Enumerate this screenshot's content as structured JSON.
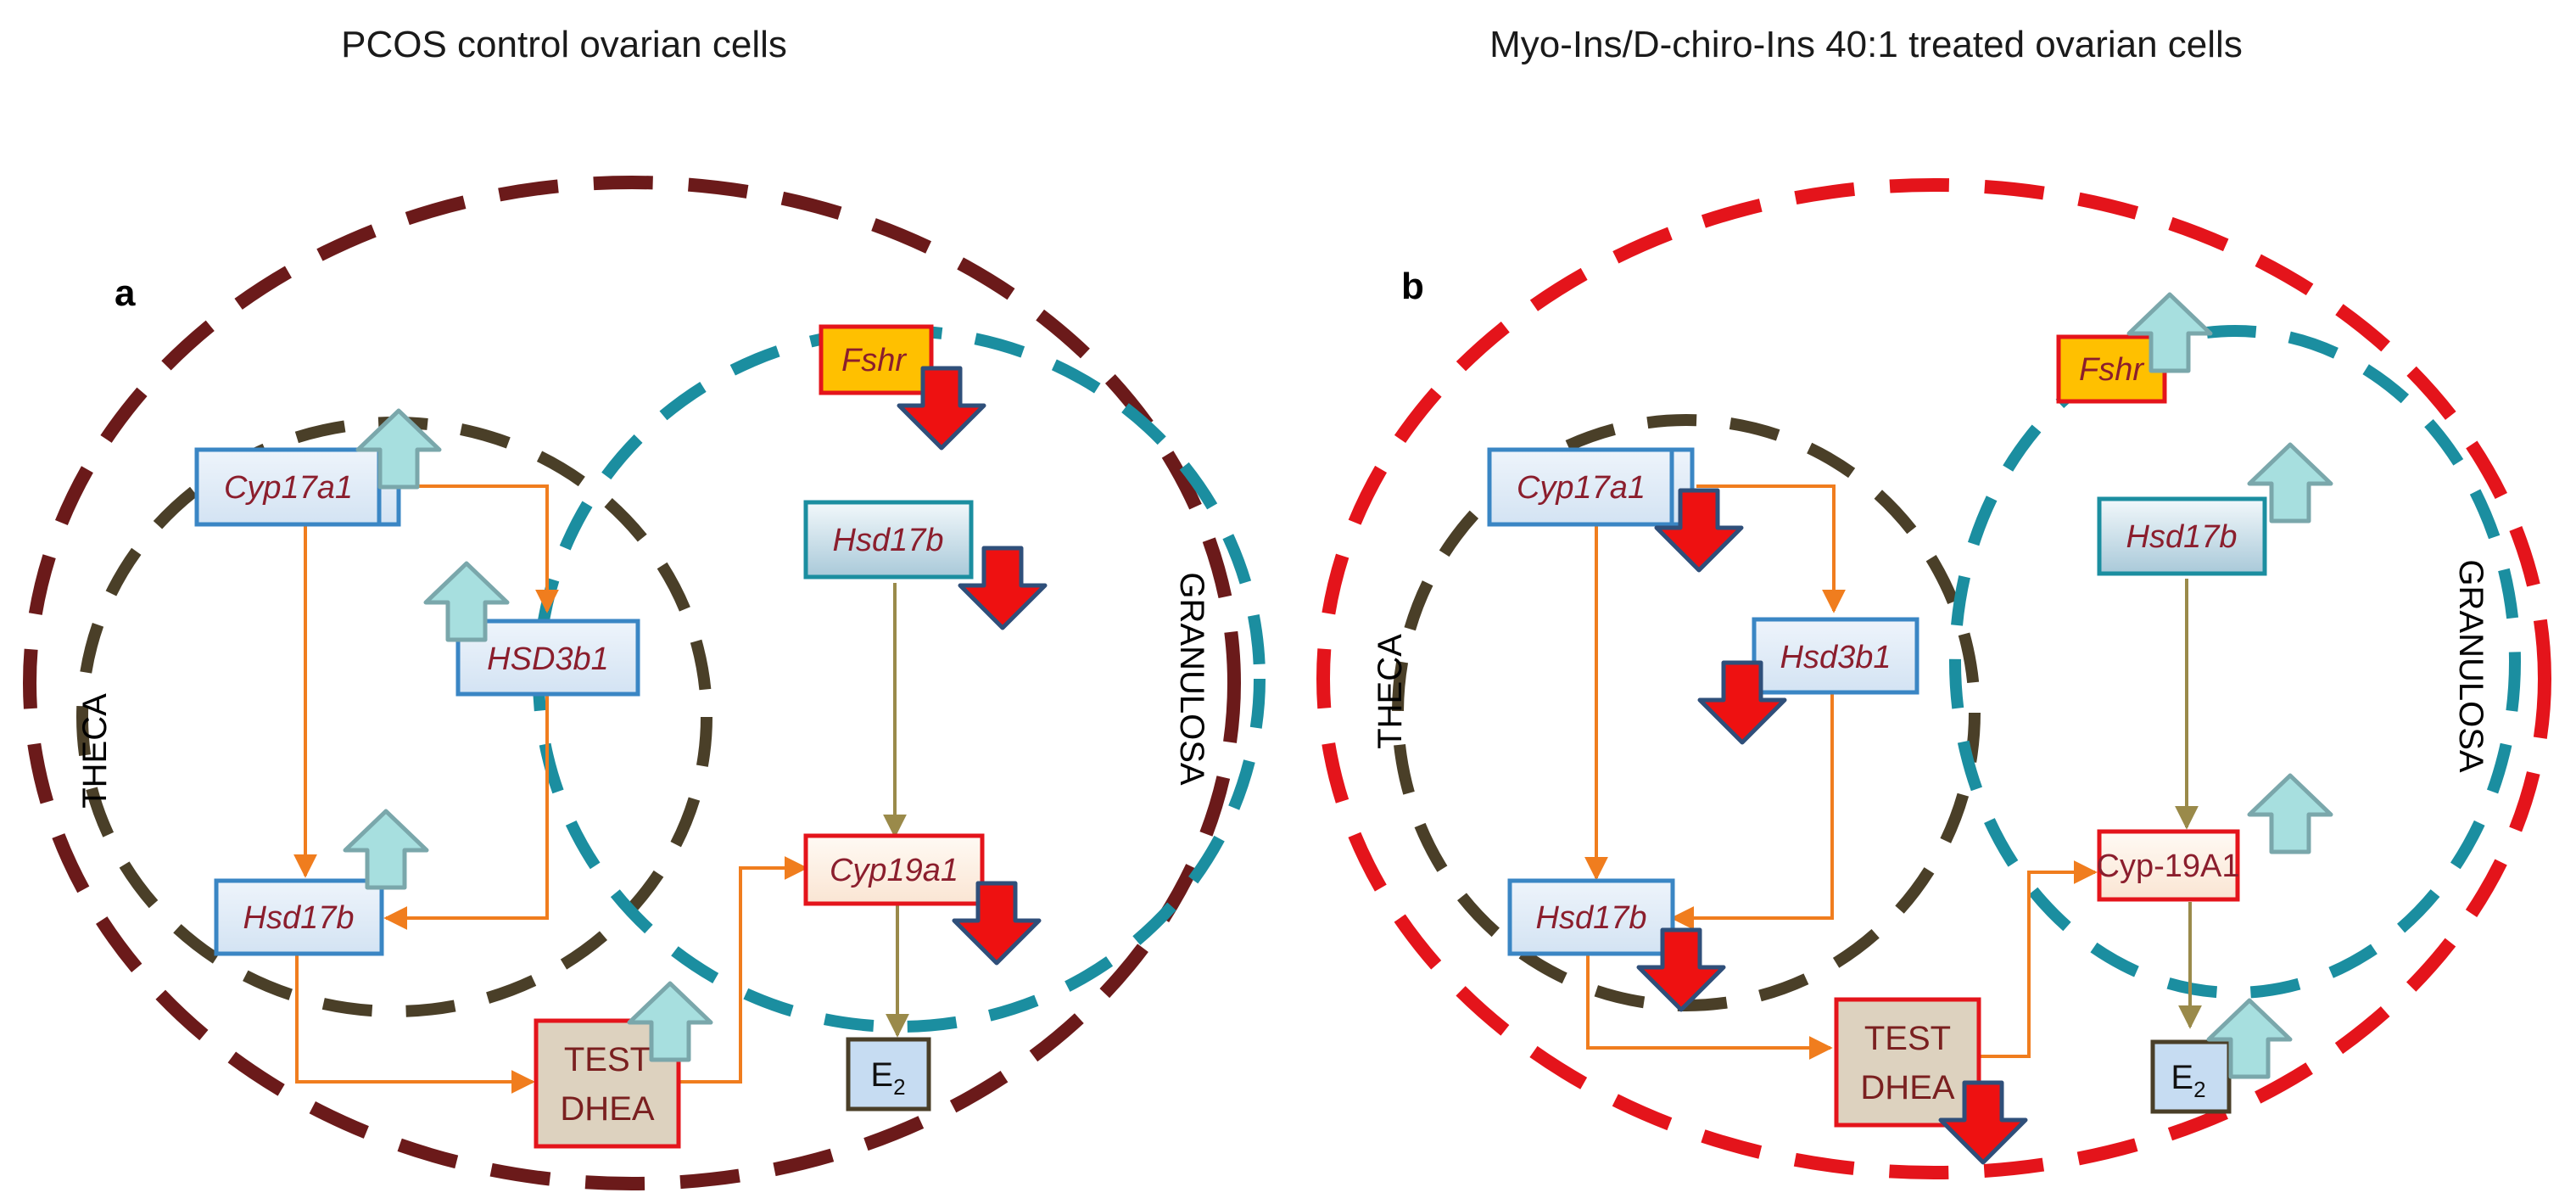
{
  "titles": {
    "left": "PCOS control ovarian cells",
    "right": "Myo-Ins/D-chiro-Ins 40:1 treated ovarian cells"
  },
  "panel_a": {
    "letter": "a",
    "theca_label": "THECA",
    "granulosa_label": "GRANULOSA",
    "nodes": {
      "cyp17a1": "Cyp17a1",
      "hsd3b1": "HSD3b1",
      "hsd17b_theca": "Hsd17b",
      "test": "TEST",
      "dhea": "DHEA",
      "fshr": "Fshr",
      "hsd17b_gran": "Hsd17b",
      "cyp19a1": "Cyp19a1",
      "e2": "E",
      "e2_sub": "2"
    },
    "regulation": {
      "cyp17a1": "up",
      "hsd3b1": "up",
      "hsd17b_theca": "up",
      "test_dhea": "up",
      "fshr": "down",
      "hsd17b_gran": "down",
      "cyp19a1": "down"
    },
    "colors": {
      "outer_ring": "#6b1a1a"
    }
  },
  "panel_b": {
    "letter": "b",
    "theca_label": "THECA",
    "granulosa_label": "GRANULOSA",
    "nodes": {
      "cyp17a1": "Cyp17a1",
      "hsd3b1": "Hsd3b1",
      "hsd17b_theca": "Hsd17b",
      "test": "TEST",
      "dhea": "DHEA",
      "fshr": "Fshr",
      "hsd17b_gran": "Hsd17b",
      "cyp19a1": "Cyp-19A1",
      "e2": "E",
      "e2_sub": "2"
    },
    "regulation": {
      "cyp17a1": "down",
      "hsd3b1": "down",
      "hsd17b_theca": "down",
      "test_dhea": "down",
      "fshr": "up",
      "hsd17b_gran": "up",
      "cyp19a1": "up",
      "e2": "up"
    },
    "colors": {
      "outer_ring": "#e4141b"
    }
  },
  "colors": {
    "theca_ring": "#4a3f28",
    "granulosa_ring": "#1b8ea0",
    "theca_arrows": "#f07d1e",
    "granulosa_arrows": "#9a8a4a",
    "up_arrow_fill": "#a7dfdf",
    "up_arrow_stroke": "#7aa7ab",
    "down_arrow_fill": "#ee1111",
    "down_arrow_stroke": "#2f4f7a"
  }
}
